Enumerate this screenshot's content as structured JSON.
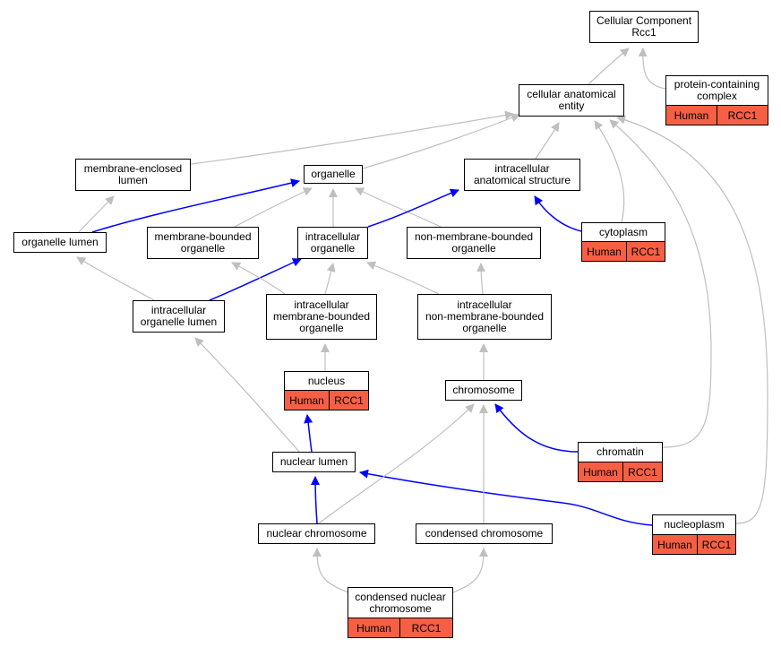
{
  "colors": {
    "edge_default": "#bfbfbf",
    "edge_highlight": "#0000ff",
    "annotation_fill": "#f75f44",
    "node_fill": "#ffffff",
    "node_border": "#000000"
  },
  "nodes": {
    "cc": {
      "label": "Cellular Component\nRcc1"
    },
    "pcc": {
      "label": "protein-containing\ncomplex",
      "annotation": [
        "Human",
        "RCC1"
      ]
    },
    "cae": {
      "label": "cellular anatomical\nentity"
    },
    "mel": {
      "label": "membrane-enclosed\nlumen"
    },
    "org": {
      "label": "organelle"
    },
    "ias": {
      "label": "intracellular\nanatomical structure"
    },
    "orl": {
      "label": "organelle lumen"
    },
    "mbo": {
      "label": "membrane-bounded\norganelle"
    },
    "ino": {
      "label": "intracellular\norganelle"
    },
    "nmb": {
      "label": "non-membrane-bounded\norganelle"
    },
    "cyt": {
      "label": "cytoplasm",
      "annotation": [
        "Human",
        "RCC1"
      ]
    },
    "iol": {
      "label": "intracellular\norganelle lumen"
    },
    "imb": {
      "label": "intracellular\nmembrane-bounded\norganelle"
    },
    "inm": {
      "label": "intracellular\nnon-membrane-bounded\norganelle"
    },
    "nuc": {
      "label": "nucleus",
      "annotation": [
        "Human",
        "RCC1"
      ]
    },
    "chr": {
      "label": "chromosome"
    },
    "cht": {
      "label": "chromatin",
      "annotation": [
        "Human",
        "RCC1"
      ]
    },
    "nul": {
      "label": "nuclear lumen"
    },
    "nch": {
      "label": "nuclear chromosome"
    },
    "cch": {
      "label": "condensed chromosome"
    },
    "npl": {
      "label": "nucleoplasm",
      "annotation": [
        "Human",
        "RCC1"
      ]
    },
    "cnc": {
      "label": "condensed nuclear\nchromosome",
      "annotation": [
        "Human",
        "RCC1"
      ]
    }
  },
  "edges": [
    {
      "from": "cae",
      "to": "cc",
      "style": "default"
    },
    {
      "from": "pcc",
      "to": "cc",
      "style": "default"
    },
    {
      "from": "mel",
      "to": "cae",
      "style": "default"
    },
    {
      "from": "org",
      "to": "cae",
      "style": "default"
    },
    {
      "from": "ias",
      "to": "cae",
      "style": "default"
    },
    {
      "from": "cyt",
      "to": "cae",
      "style": "default"
    },
    {
      "from": "cht",
      "to": "cae",
      "style": "default"
    },
    {
      "from": "npl",
      "to": "cae",
      "style": "default"
    },
    {
      "from": "orl",
      "to": "mel",
      "style": "default"
    },
    {
      "from": "orl",
      "to": "org",
      "style": "highlight"
    },
    {
      "from": "mbo",
      "to": "org",
      "style": "default"
    },
    {
      "from": "ino",
      "to": "org",
      "style": "default"
    },
    {
      "from": "nmb",
      "to": "org",
      "style": "default"
    },
    {
      "from": "ino",
      "to": "ias",
      "style": "highlight"
    },
    {
      "from": "cyt",
      "to": "ias",
      "style": "highlight"
    },
    {
      "from": "iol",
      "to": "orl",
      "style": "default"
    },
    {
      "from": "iol",
      "to": "ino",
      "style": "highlight"
    },
    {
      "from": "imb",
      "to": "mbo",
      "style": "default"
    },
    {
      "from": "imb",
      "to": "ino",
      "style": "default"
    },
    {
      "from": "inm",
      "to": "ino",
      "style": "default"
    },
    {
      "from": "inm",
      "to": "nmb",
      "style": "default"
    },
    {
      "from": "nuc",
      "to": "imb",
      "style": "default"
    },
    {
      "from": "chr",
      "to": "inm",
      "style": "default"
    },
    {
      "from": "cht",
      "to": "chr",
      "style": "highlight"
    },
    {
      "from": "nul",
      "to": "iol",
      "style": "default"
    },
    {
      "from": "nul",
      "to": "nuc",
      "style": "highlight"
    },
    {
      "from": "nch",
      "to": "nul",
      "style": "highlight"
    },
    {
      "from": "npl",
      "to": "nul",
      "style": "highlight"
    },
    {
      "from": "nch",
      "to": "chr",
      "style": "default"
    },
    {
      "from": "cch",
      "to": "chr",
      "style": "default"
    },
    {
      "from": "cnc",
      "to": "nch",
      "style": "default"
    },
    {
      "from": "cnc",
      "to": "cch",
      "style": "default"
    }
  ]
}
